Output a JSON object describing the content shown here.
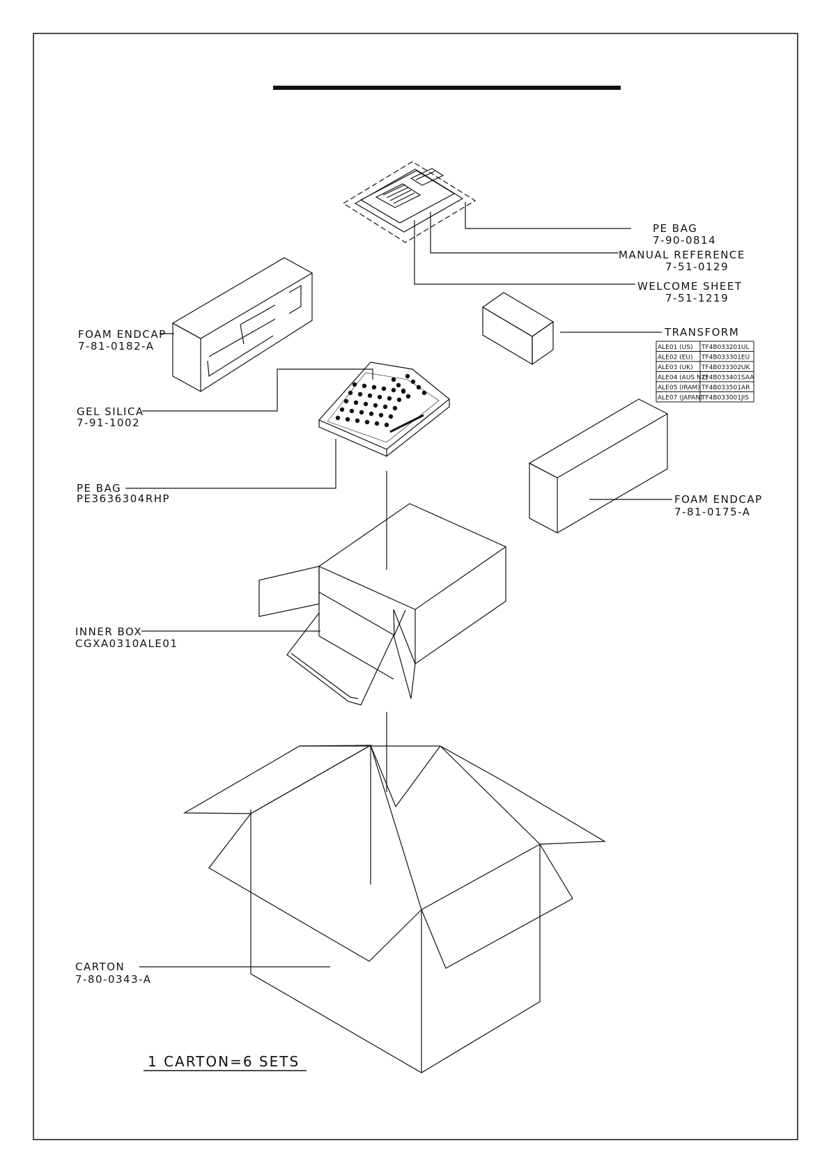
{
  "labels": {
    "pe_bag_top": {
      "name": "PE BAG",
      "code": "7-90-0814"
    },
    "manual": {
      "name": "MANUAL REFERENCE",
      "code": "7-51-0129"
    },
    "welcome": {
      "name": "WELCOME SHEET",
      "code": "7-51-1219"
    },
    "foam_left": {
      "name": "FOAM ENDCAP",
      "code": "7-81-0182-A"
    },
    "transform": {
      "name": "TRANSFORM"
    },
    "gel": {
      "name": "GEL SILICA",
      "code": "7-91-1002"
    },
    "pe_bag_mixer": {
      "name": "PE BAG",
      "code": "PE3636304RHP"
    },
    "foam_right": {
      "name": "FOAM ENDCAP",
      "code": "7-81-0175-A"
    },
    "inner_box": {
      "name": "INNER BOX",
      "code": "CGXA0310ALE01"
    },
    "carton": {
      "name": "CARTON",
      "code": "7-80-0343-A"
    }
  },
  "transform_table": [
    {
      "model": "ALE01 (US)",
      "part": "TF4B033201UL"
    },
    {
      "model": "ALE02 (EU)",
      "part": "TF4B033301EU"
    },
    {
      "model": "ALE03 (UK)",
      "part": "TF4B033302UK"
    },
    {
      "model": "ALE04 (AUS NZ)",
      "part": "TF4B033401SAA"
    },
    {
      "model": "ALE05 (IRAM)",
      "part": "TF4B033501AR"
    },
    {
      "model": "ALE07 (JAPAN)",
      "part": "TF4B033001JIS"
    }
  ],
  "footer": "1 CARTON=6 SETS",
  "colors": {
    "ink": "#111111",
    "paper": "#ffffff"
  }
}
